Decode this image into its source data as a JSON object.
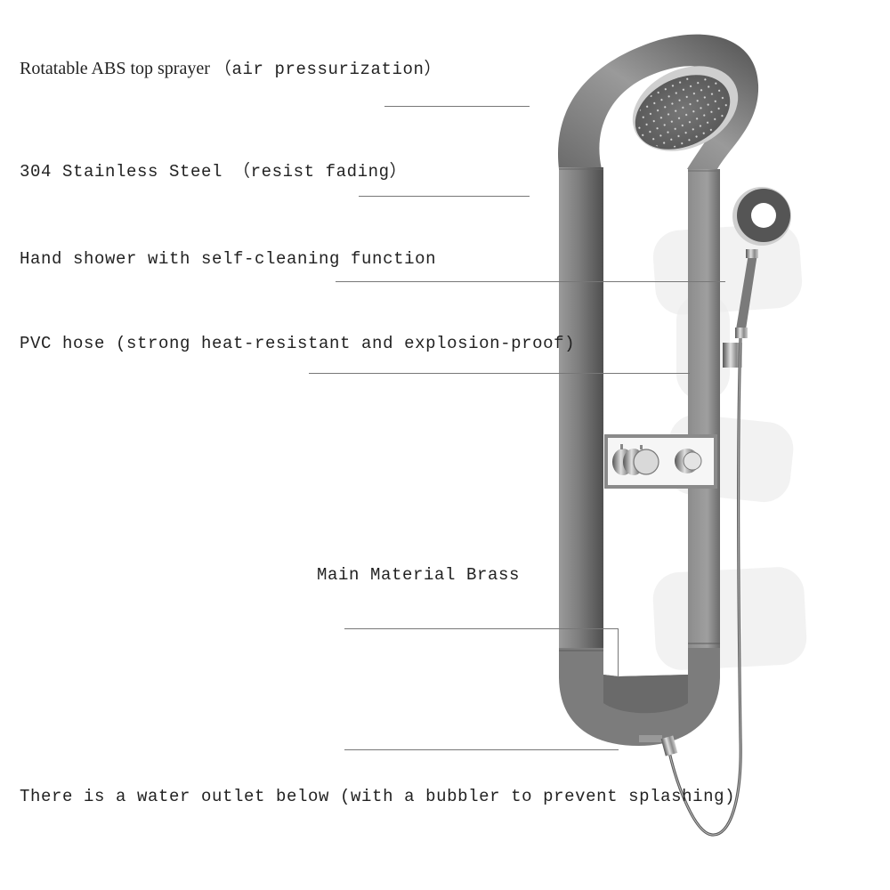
{
  "callouts": [
    {
      "id": "top-sprayer",
      "title": "Rotatable ABS top sprayer",
      "note": "（air pressurization）"
    },
    {
      "id": "stainless",
      "text": "304 Stainless Steel （resist fading）"
    },
    {
      "id": "hand-shower",
      "text": "Hand shower with self-cleaning function"
    },
    {
      "id": "hose",
      "text": "PVC hose (strong heat-resistant and explosion-proof)"
    },
    {
      "id": "material",
      "text": "Main Material Brass"
    },
    {
      "id": "outlet",
      "text": "There is a water outlet below (with a bubbler to prevent splashing)"
    }
  ],
  "product": {
    "name": "shower-panel",
    "parts": [
      "top-sprayer-head",
      "panel-frame",
      "thermostatic-control",
      "diverter-knob",
      "hand-shower",
      "hose-holder",
      "hose",
      "bottom-outlet"
    ],
    "colors": {
      "metal_dark": "#5e5e5e",
      "metal_mid": "#8a8a8a",
      "metal_light": "#b9b9b9",
      "nozzle_plate": "#6f6f6f",
      "control_plate": "#f4f4f4",
      "leader_line": "#777777"
    }
  }
}
